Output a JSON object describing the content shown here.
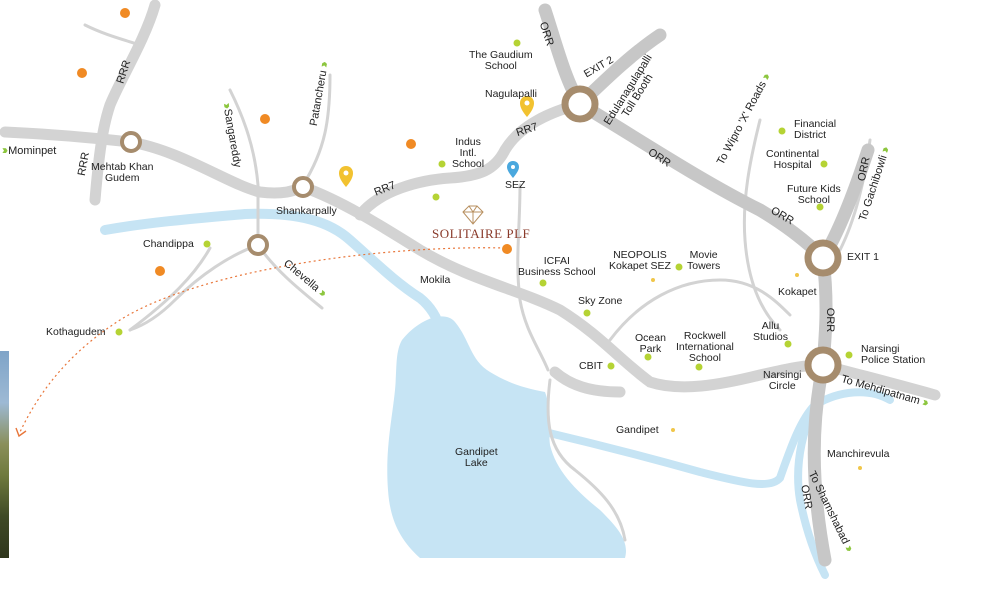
{
  "brand": {
    "name": "SOLITAIRE PLF"
  },
  "colors": {
    "road": "#d3d3d3",
    "ring_road": "#c7c7c7",
    "junction": "#a68c6d",
    "water": "#c6e4f4",
    "green_dot": "#b5d334",
    "orange_dot": "#f08a24",
    "yellow_dot": "#f0c64a",
    "pin_yellow": "#f2c230",
    "pin_blue": "#4aa8de",
    "chevron": "#8dc63f",
    "route_dashed": "#e8763a"
  },
  "roads": {
    "rrr": "RRR",
    "rrr2": "RRR",
    "orr_top": "ORR",
    "orr_mid": "ORR",
    "orr_right": "ORR",
    "orr_right2": "ORR",
    "orr_south": "ORR",
    "orr_east": "ORR",
    "rr7_a": "RR7",
    "rr7_b": "RR7"
  },
  "exits": {
    "exit1": "EXIT 1",
    "exit2": "EXIT 2"
  },
  "directions": {
    "sangareddy": "Sangareddy",
    "patancheru": "Patancheru",
    "chevella": "Chevella",
    "wipro": "To Wipro 'X' Roads",
    "gachibowli": "To Gachibowli",
    "mehdipatnam": "To Mehdipatnam",
    "shamshabad": "To Shamshabad",
    "mominpet": "Mominpet",
    "toll": "Edulanagulapalli\nToll Booth"
  },
  "places": {
    "mehtab": "Mehtab Khan\nGudem",
    "shankarpally": "Shankarpally",
    "chandippa": "Chandippa",
    "kothagudem": "Kothagudem",
    "mokila": "Mokila",
    "gaudium": "The Gaudium\nSchool",
    "nagulapalli": "Nagulapalli",
    "indus": "Indus\nIntl.\nSchool",
    "sez": "SEZ",
    "icfai": "ICFAI\nBusiness School",
    "neopolis": "NEOPOLIS\nKokapet SEZ",
    "movie": "Movie\nTowers",
    "skyzone": "Sky Zone",
    "ocean": "Ocean\nPark",
    "rockwell": "Rockwell\nInternational\nSchool",
    "allu": "Allu\nStudios",
    "cbit": "CBIT",
    "narsingi_circle": "Narsingi\nCircle",
    "narsingi_police": "Narsingi\nPolice Station",
    "kokapet": "Kokapet",
    "financial": "Financial\nDistrict",
    "continental": "Continental\nHospital",
    "future_kids": "Future Kids\nSchool",
    "gandipet": "Gandipet",
    "gandipet_lake": "Gandipet\nLake",
    "manchirevula": "Manchirevula"
  }
}
